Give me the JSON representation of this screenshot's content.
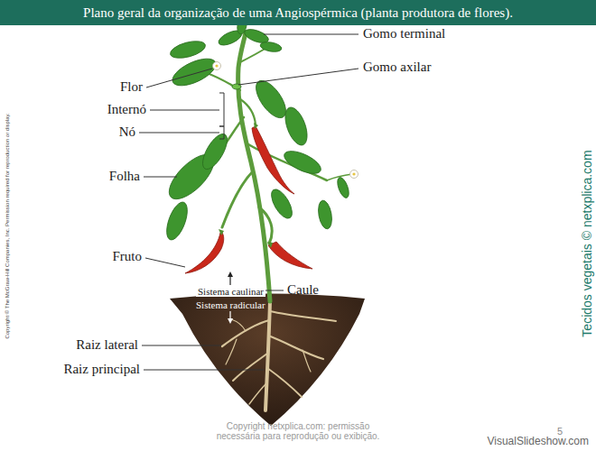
{
  "diagram": {
    "title": "Plano geral da organização de uma Angiospérmica (planta produtora de flores).",
    "labels": [
      "Gomo terminal",
      "Gomo axilar",
      "Flor",
      "Internó",
      "Nó",
      "Folha",
      "Fruto",
      "Sistema caulinar",
      "Caule",
      "Sistema radicular",
      "Raiz lateral",
      "Raiz principal",
      "Copyright © The McGraw-Hill Companies, Inc. Permission required for reproduction or display.",
      "Tecidos vegetais © netxplica.com",
      "Copyright netxplica.com: permissão necessária para reprodução ou exibição.",
      "5",
      "VisualSlideshow.com"
    ]
  }
}
